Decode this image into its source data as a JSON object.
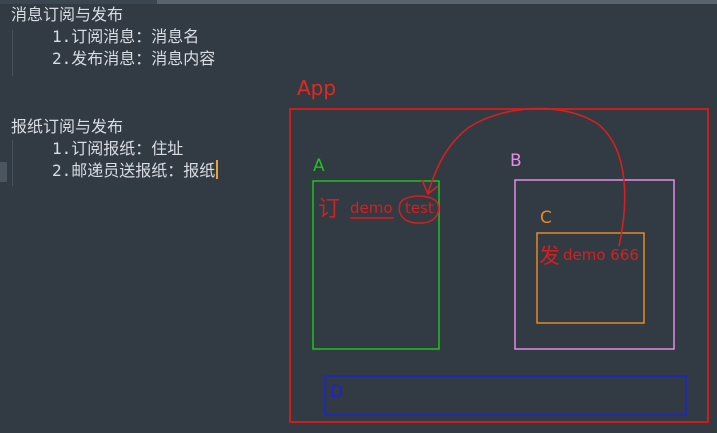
{
  "editor": {
    "section1_title": "消息订阅与发布",
    "section1_item1": "1.订阅消息：消息名",
    "section1_item2": "2.发布消息：消息内容",
    "section2_title": "报纸订阅与发布",
    "section2_item1": "1.订阅报纸：住址",
    "section2_item2": "2.邮递员送报纸：报纸"
  },
  "diagram": {
    "app_label": "App",
    "a_label": "A",
    "b_label": "B",
    "c_label": "C",
    "d_label": "D",
    "subscribe_char": "订",
    "subscribe_name": "demo",
    "subscribe_callback": "test",
    "publish_char": "发",
    "publish_text": "demo 666",
    "colors": {
      "app": "#c81e1e",
      "a": "#1fc21f",
      "b": "#e68be6",
      "c": "#e38a24",
      "d": "#1c22d6",
      "annotation": "#d42020",
      "label_app": "#e02a1e"
    }
  }
}
